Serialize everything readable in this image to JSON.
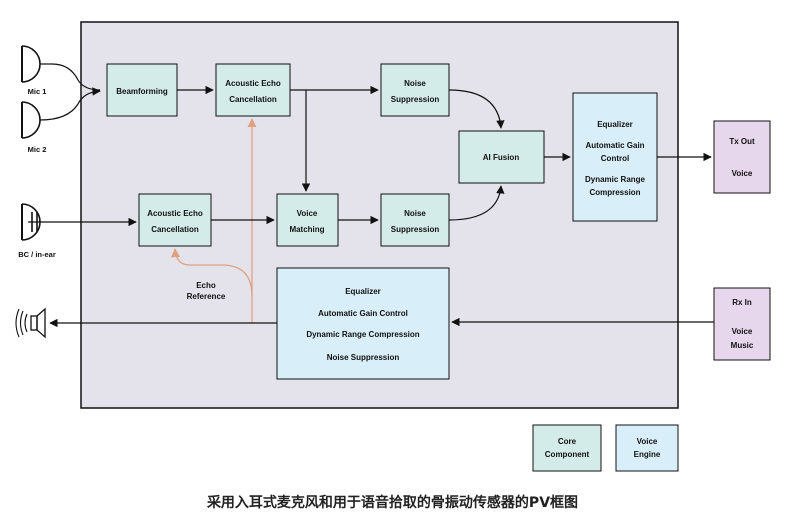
{
  "colors": {
    "panel_fill": "#e4e3ec",
    "core_fill": "#d4ece9",
    "engine_fill": "#d8eef8",
    "io_fill": "#e6d7ec",
    "echo_line": "#e0a080",
    "line": "#111111"
  },
  "inputs": {
    "mic1": "Mic 1",
    "mic2": "Mic 2",
    "bc": "BC / in-ear"
  },
  "blocks": {
    "beamforming": [
      "Beamforming"
    ],
    "aec_top": [
      "Acoustic Echo",
      "Cancellation"
    ],
    "ns_top": [
      "Noise",
      "Suppression"
    ],
    "aec_bottom": [
      "Acoustic Echo",
      "Cancellation"
    ],
    "voice_matching": [
      "Voice",
      "Matching"
    ],
    "ns_bottom": [
      "Noise",
      "Suppression"
    ],
    "ai_fusion": [
      "AI Fusion"
    ],
    "tx_chain": [
      "Equalizer",
      "Automatic Gain",
      "Control",
      "Dynamic Range",
      "Compression"
    ],
    "rx_chain": [
      "Equalizer",
      "Automatic Gain Control",
      "Dynamic Range Compression",
      "Noise Suppression"
    ]
  },
  "echo_reference": [
    "Echo",
    "Reference"
  ],
  "tx_out": [
    "Tx Out",
    "Voice"
  ],
  "rx_in": [
    "Rx In",
    "Voice",
    "Music"
  ],
  "legend": {
    "core": [
      "Core",
      "Component"
    ],
    "engine": [
      "Voice",
      "Engine"
    ]
  },
  "caption": "采用入耳式麦克风和用于语音拾取的骨振动传感器的PV框图",
  "icons": [
    "microphone-icon",
    "bone-conduction-sensor-icon",
    "speaker-icon"
  ]
}
